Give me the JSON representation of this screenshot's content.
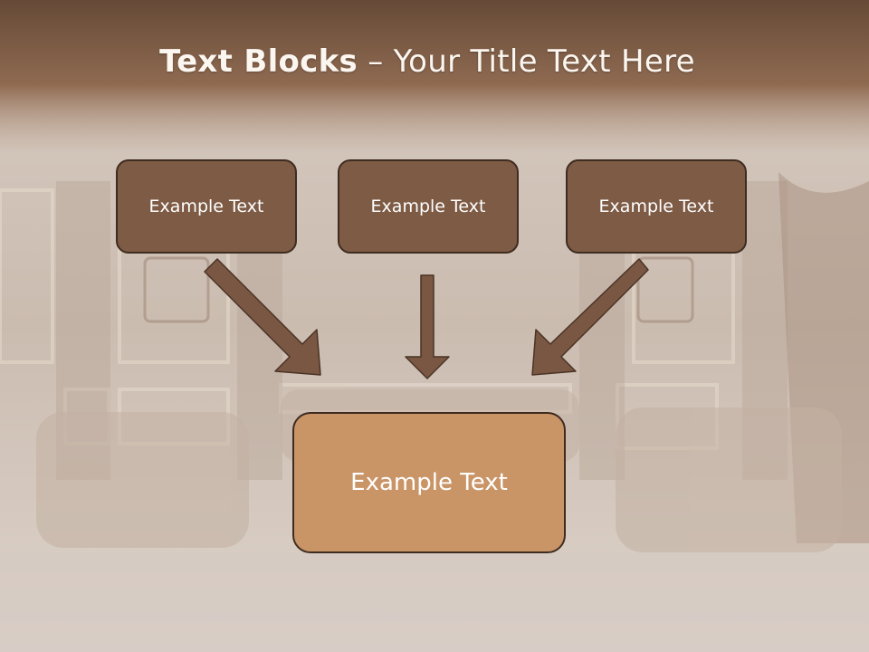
{
  "slide": {
    "title_bold": "Text Blocks",
    "title_dash": " – ",
    "title_rest": "Your Title Text Here"
  },
  "diagram": {
    "top_boxes": [
      {
        "label": "Example Text"
      },
      {
        "label": "Example Text"
      },
      {
        "label": "Example Text"
      }
    ],
    "bottom_box": {
      "label": "Example Text"
    }
  },
  "colors": {
    "header_brown": "#6b4f3b",
    "box_dark": "#7e5b45",
    "box_light": "#c99466",
    "arrow": "#7a5742",
    "border": "#3f2c20"
  }
}
